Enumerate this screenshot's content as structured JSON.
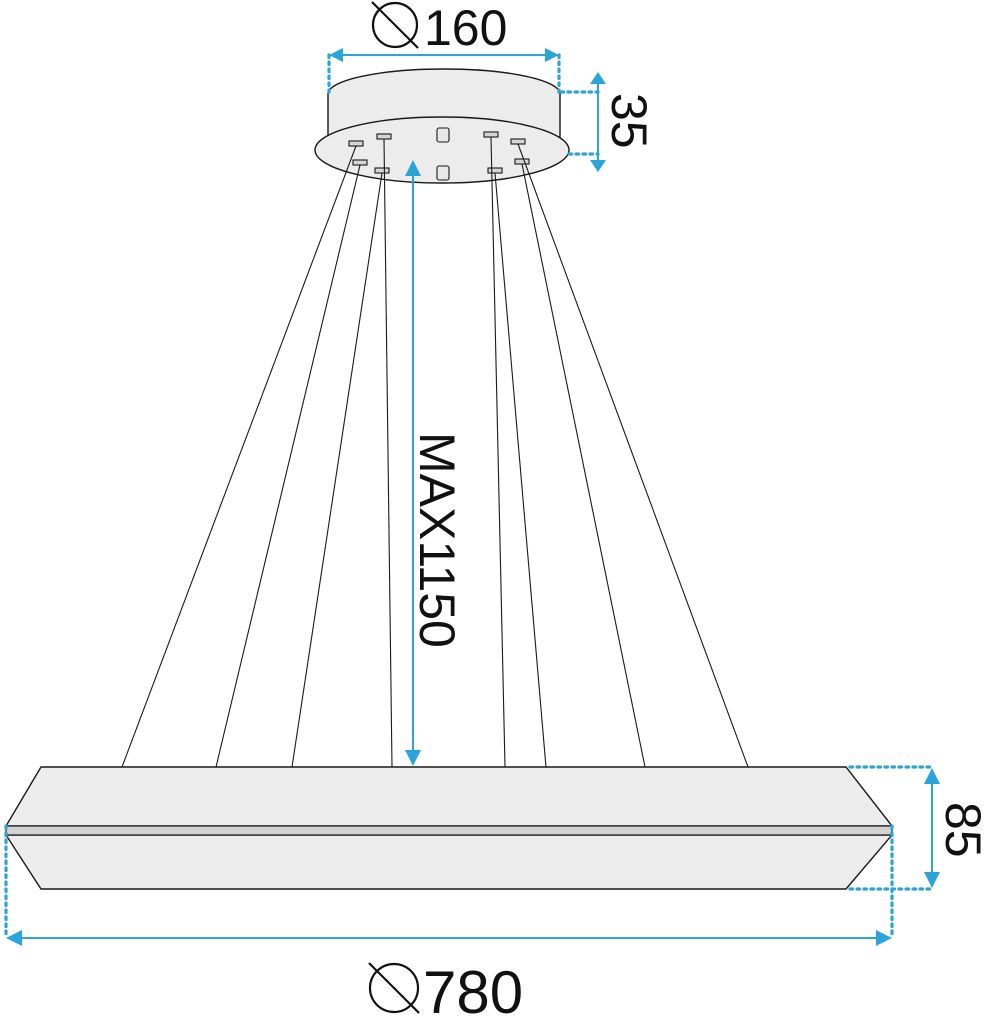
{
  "dimensions": {
    "canopy_diameter": "160",
    "canopy_height": "35",
    "suspension_max": "MAX1150",
    "ring_height": "85",
    "ring_diameter": "780"
  },
  "colors": {
    "dimension_line": "#2aa4d9",
    "outline": "#1a1a1a",
    "fill": "#ececec"
  },
  "icons": {
    "diameter_symbol": "diameter-symbol-icon"
  }
}
